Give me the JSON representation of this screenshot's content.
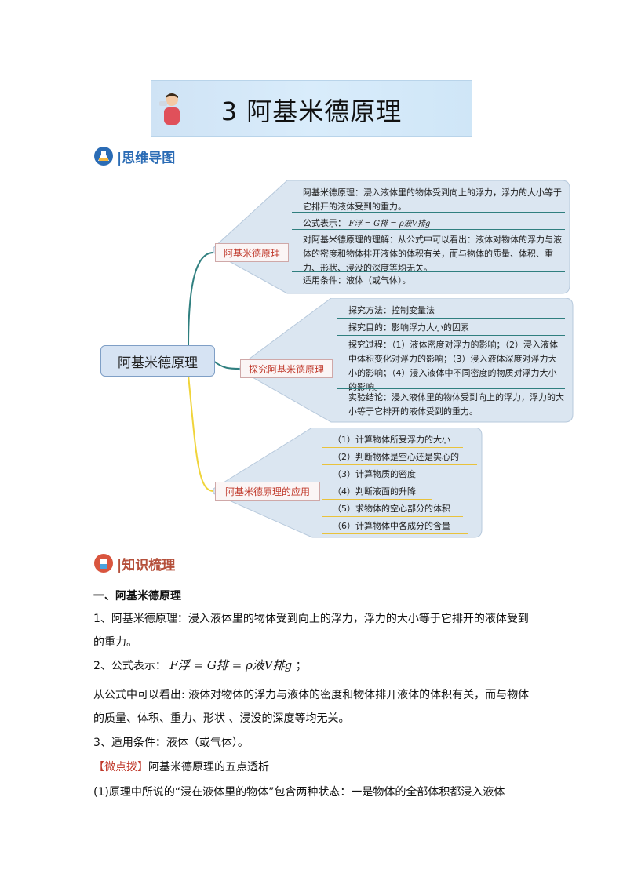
{
  "title": "3  阿基米德原理",
  "section1": "|思维导图",
  "section2": "|知识梳理",
  "mindmap": {
    "root": "阿基米德原理",
    "branch1": {
      "label": "阿基米德原理",
      "items": [
        "阿基米德原理：浸入液体里的物体受到向上的浮力，浮力的大小等于它排开的液体受到的重力。",
        "公式表示：",
        "对阿基米德原理的理解：从公式中可以看出：液体对物体的浮力与液体的密度和物体排开液体的体积有关，而与物体的质量、体积、重力、形状、浸没的深度等均无关。",
        "适用条件：液体（或气体）。"
      ],
      "formula": "F浮 = G排 = ρ液V排g"
    },
    "branch2": {
      "label": "探究阿基米德原理",
      "items": [
        "探究方法：控制变量法",
        "探究目的：影响浮力大小的因素",
        "探究过程：（1）液体密度对浮力的影响；（2）浸入液体中体积变化对浮力的影响；（3）浸入液体深度对浮力大小的影响；（4）浸入液体中不同密度的物质对浮力大小的影响。",
        "实验结论：浸入液体里的物体受到向上的浮力，浮力的大小等于它排开的液体受到的重力。"
      ]
    },
    "branch3": {
      "label": "阿基米德原理的应用",
      "items": [
        "（1）计算物体所受浮力的大小",
        "（2）判断物体是空心还是实心的",
        "（3）计算物质的密度",
        "（4）判断液面的升降",
        "（5）求物体的空心部分的体积",
        "（6）计算物体中各成分的含量"
      ]
    }
  },
  "body": {
    "heading": "一、阿基米德原理",
    "p1": "1、阿基米德原理：浸入液体里的物体受到向上的浮力，浮力的大小等于它排开的液体受到",
    "p1b": "的重力。",
    "p2_prefix": "2、公式表示：",
    "p2_suffix": "；",
    "p3": "从公式中可以看出: 液体对物体的浮力与液体的密度和物体排开液体的体积有关，而与物体",
    "p3b": "的质量、体积、重力、形状 、浸没的深度等均无关。",
    "p4": "3、适用条件：液体（或气体）。",
    "tip_tag": "【微点拨】",
    "tip_text": "阿基米德原理的五点透析",
    "p5": "(1)原理中所说的“浸在液体里的物体”包含两种状态：一是物体的全部体积都浸入液体"
  },
  "colors": {
    "teal": "#2f7f7f",
    "gold": "#e9c23b",
    "accent_blue": "#2b6cb5",
    "label_red": "#c0392b"
  }
}
